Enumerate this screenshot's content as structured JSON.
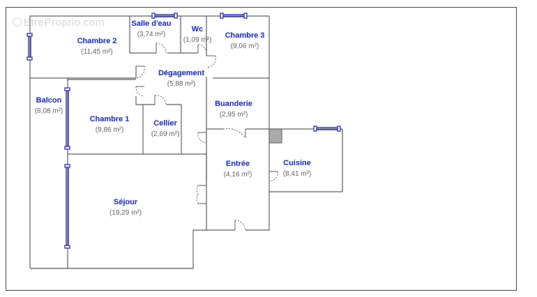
{
  "watermark": "EtreProprio.com",
  "colors": {
    "wall": "#555555",
    "window": "#3030a0",
    "label": "#1020a8",
    "area": "#5a5a5a",
    "pillar": "#aaaaaa"
  },
  "rooms": [
    {
      "name": "Chambre 2",
      "area": "(11,45 m²)"
    },
    {
      "name": "Salle d'eau",
      "area": "(3,74 m²)"
    },
    {
      "name": "Wc",
      "area": "(1,09 m²)"
    },
    {
      "name": "Chambre 3",
      "area": "(9,06 m²)"
    },
    {
      "name": "Dégagement",
      "area": "(5,88 m²)"
    },
    {
      "name": "Balcon",
      "area": "(8,08 m²)"
    },
    {
      "name": "Chambre 1",
      "area": "(9,86 m²)"
    },
    {
      "name": "Cellier",
      "area": "(2,69 m²)"
    },
    {
      "name": "Buanderie",
      "area": "(2,95 m²)"
    },
    {
      "name": "Entrée",
      "area": "(4,16 m²)"
    },
    {
      "name": "Cuisine",
      "area": "(8,41 m²)"
    },
    {
      "name": "Séjour",
      "area": "(19,29 m²)"
    }
  ]
}
